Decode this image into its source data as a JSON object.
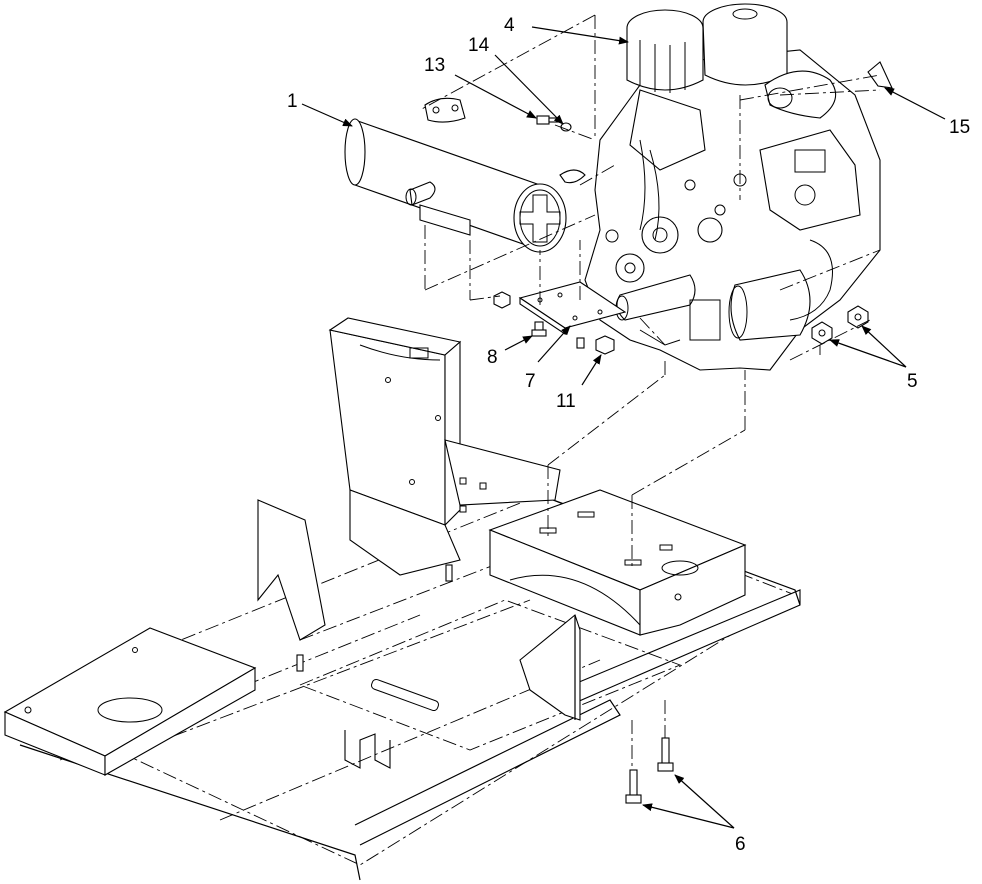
{
  "diagram": {
    "callouts": [
      {
        "id": "c1",
        "label": "1"
      },
      {
        "id": "c4",
        "label": "4"
      },
      {
        "id": "c5",
        "label": "5"
      },
      {
        "id": "c6",
        "label": "6"
      },
      {
        "id": "c7",
        "label": "7"
      },
      {
        "id": "c8",
        "label": "8"
      },
      {
        "id": "c11",
        "label": "11"
      },
      {
        "id": "c13",
        "label": "13"
      },
      {
        "id": "c14",
        "label": "14"
      },
      {
        "id": "c15",
        "label": "15"
      }
    ],
    "parts": [
      {
        "callout": "1",
        "component": "muffler"
      },
      {
        "callout": "4",
        "component": "engine"
      },
      {
        "callout": "5",
        "component": "nut"
      },
      {
        "callout": "6",
        "component": "bolt"
      },
      {
        "callout": "7",
        "component": "muffler-bracket"
      },
      {
        "callout": "8",
        "component": "bolt"
      },
      {
        "callout": "11",
        "component": "nut"
      },
      {
        "callout": "13",
        "component": "bolt"
      },
      {
        "callout": "14",
        "component": "washer"
      },
      {
        "callout": "15",
        "component": "decal"
      }
    ],
    "colors": {
      "line": "#000000",
      "background": "#ffffff"
    }
  }
}
